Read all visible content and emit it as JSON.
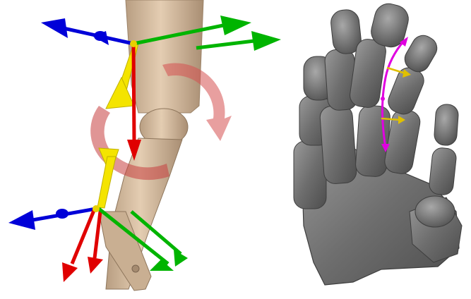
{
  "figure": {
    "panels": [
      {
        "id": "left",
        "content": "leg-joint-axes"
      },
      {
        "id": "right",
        "content": "hand-mesh-finger-axes"
      }
    ]
  },
  "colors": {
    "background": "#ffffff",
    "skin": "#d8c0a6",
    "skin_shade": "#b9a085",
    "x_axis": "#e00000",
    "y_axis": "#00b400",
    "z_axis": "#0000d8",
    "bone_link": "#f0e000",
    "rotation_marker": "#d85858",
    "hand_mesh": "#7a7a7a",
    "hand_shade": "#4a4a4a",
    "curve": "#e000e0",
    "normal_arrow": "#e0c000"
  },
  "icons": [
    "x-axis-arrow",
    "y-axis-arrow",
    "z-axis-arrow",
    "rotation-arc",
    "bone-link",
    "finger-curve"
  ]
}
